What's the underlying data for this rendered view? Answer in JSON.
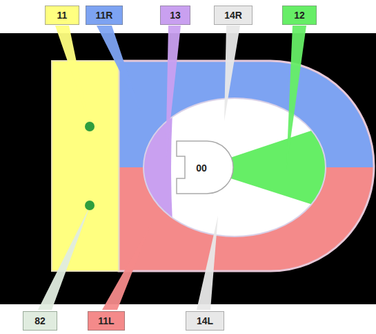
{
  "diagram": {
    "nodes": [
      {
        "text": [
          "11"
        ]
      },
      {
        "text": [
          "11R"
        ]
      },
      {
        "text": [
          "13"
        ]
      },
      {
        "text": [
          "14R"
        ]
      },
      {
        "text": [
          "12"
        ]
      },
      {
        "text": [
          "00"
        ]
      },
      {
        "text": [
          "82"
        ]
      },
      {
        "text": [
          "11L"
        ]
      },
      {
        "text": [
          "14L"
        ]
      }
    ]
  }
}
